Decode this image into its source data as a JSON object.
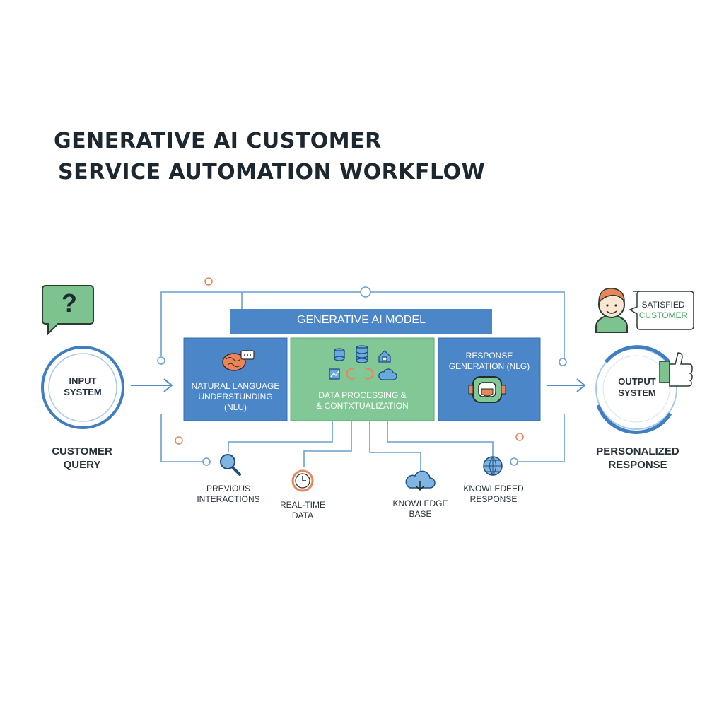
{
  "title": {
    "line1": "GENERATIVE AI CUSTOMER",
    "line2": "SERVICE AUTOMATION WORKFLOW"
  },
  "input": {
    "circle_line1": "INPUT",
    "circle_line2": "SYSTEM",
    "caption_line1": "CUSTOMER",
    "caption_line2": "QUERY",
    "bubble_glyph": "?"
  },
  "model": {
    "header": "GENERATIVE AI MODEL",
    "nlu_line1": "NATURAL LANGUAGE",
    "nlu_line2": "UNDERSTUNDING",
    "nlu_line3": "(NLU)",
    "dp_line1": "DATA PROCESSING &",
    "dp_line2": "& CONTXTUALIZATION",
    "nlg_line1": "RESPONSE",
    "nlg_line2": "GENERATION (NLG)"
  },
  "sources": {
    "prev_line1": "PREVIOUS",
    "prev_line2": "INTERACTIONS",
    "rt_line1": "REAL-TIME",
    "rt_line2": "DATA",
    "kb_line1": "KNOWLEDGE",
    "kb_line2": "BASE",
    "kr_line1": "KNOWLEDEED",
    "kr_line2": "RESPONSE"
  },
  "output": {
    "circle_line1": "OUTPUT",
    "circle_line2": "SYSTEM",
    "caption_line1": "PERSONALIZED",
    "caption_line2": "RESPONSE",
    "bubble_line1": "SATISFIED",
    "bubble_line2": "CUSTOMER"
  },
  "colors": {
    "blue": "#3f7fc1",
    "blue_dark": "#3b6fb0",
    "green": "#7dc38f",
    "green_dark": "#4aa567",
    "line": "#6b9fcf",
    "orange": "#e8865a",
    "text": "#28323b"
  }
}
